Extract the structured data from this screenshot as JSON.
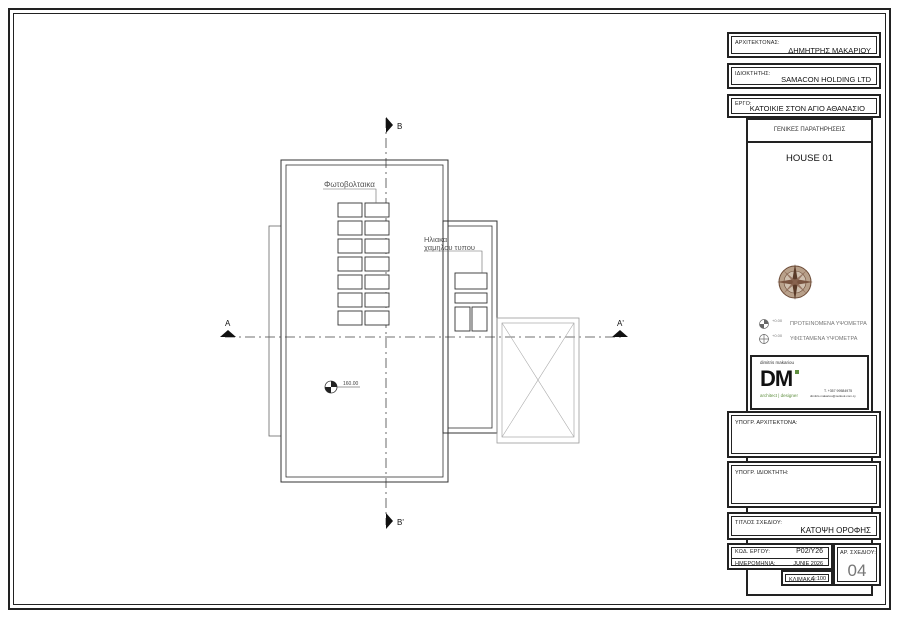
{
  "drawing": {
    "section_marks": {
      "a_left": "A",
      "a_right": "A'",
      "b_top": "B",
      "b_bottom": "B'"
    },
    "annotations": {
      "photovoltaics": "Φωτοβολταικα",
      "solar_line1": "Ηλιακα",
      "solar_line2": "χαμηλου τυπου",
      "level": "160.00"
    }
  },
  "title_block": {
    "architect_label": "ΑΡΧΙΤΕΚΤΟΝΑΣ:",
    "architect_value": "ΔΗΜΗΤΡΗΣ ΜΑΚΑΡΙΟΥ",
    "owner_label": "ΙΔΙΟΚΤΗΤΗΣ:",
    "owner_value": "SAMACON HOLDING LTD",
    "project_label": "ΕΡΓΟ:",
    "project_value": "ΚΑΤΟΙΚΙΕ ΣΤΟΝ ΑΓΙΟ ΑΘΑΝΑΣΙΟ",
    "general_notes": "ΓΕΝΙΚΕΣ ΠΑΡΑΤΗΡΗΣΕΙΣ",
    "house": "HOUSE 01",
    "legend_proposed_code": "+0.00",
    "legend_proposed": "ΠΡΟΤΕΙΝΟΜΕΝΑ ΥΨΟΜΕΤΡΑ",
    "legend_existing_code": "+0.00",
    "legend_existing": "ΥΦΙΣΤΑΜΕΝΑ ΥΨΟΜΕΤΡΑ",
    "logo_name": "dimitris makariou",
    "logo_mark": "DM",
    "logo_sub": "architect | designer",
    "logo_phone": "T. +357 99584975",
    "logo_email": "dimitris.makariou@outlook.com.cy",
    "arch_signature_label": "ΥΠΟΓΡ. ΑΡΧΙΤΕΚΤΟΝΑ:",
    "owner_signature_label": "ΥΠΟΓΡ. ΙΔΙΟΚΤΗΤΗ:",
    "drawing_title_label": "ΤΙΤΛΟΣ ΣΧΕΔΙΟΥ:",
    "drawing_title_value": "ΚΑΤΟΨΗ ΟΡΟΦΗΣ",
    "project_code_label": "ΚΩΔ. ΕΡΓΟΥ:",
    "project_code_value": "P02/Y26",
    "date_label": "ΗΜΕΡΟΜΗΝΙΑ:",
    "date_value": "JUNIE  2026",
    "scale_label": "ΚΛΙΜΑΚΑ:",
    "scale_value": "1:100",
    "sheet_no_label": "ΑΡ. ΣΧΕΔΙΟΥ:",
    "sheet_no_value": "04"
  }
}
